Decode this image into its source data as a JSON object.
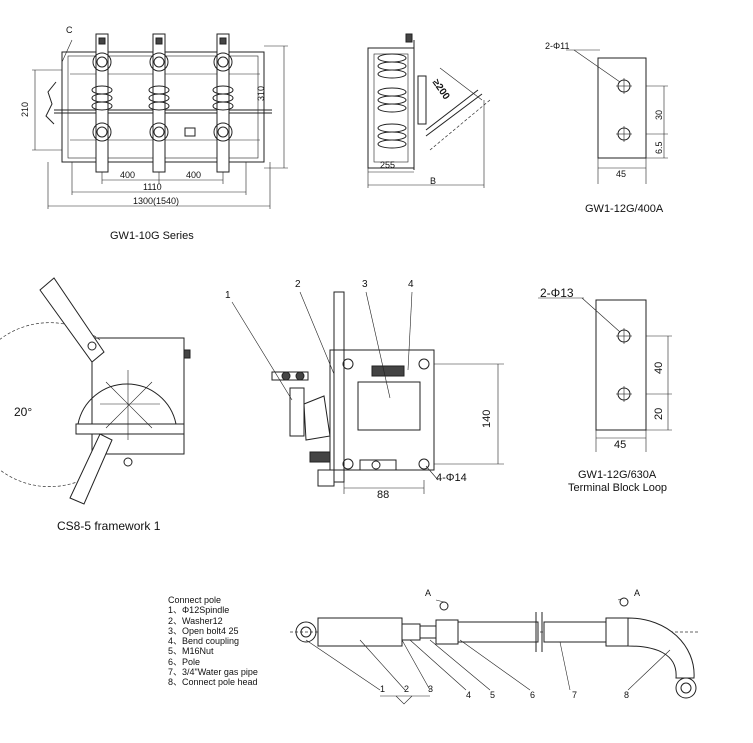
{
  "figures": {
    "gw1_10g": {
      "caption": "GW1-10G Series",
      "label_c": "C",
      "dim_210": "210",
      "dim_310": "310",
      "dim_400_left": "400",
      "dim_400_right": "400",
      "dim_1110": "1110",
      "dim_1300": "1300(1540)"
    },
    "side_view": {
      "dim_200": "≥200",
      "dim_255": "255",
      "label_b": "B"
    },
    "gw1_400a": {
      "caption": "GW1-12G/400A",
      "holes": "2-Φ11",
      "dim_30": "30",
      "dim_6_5": "6.5",
      "dim_45": "45"
    },
    "cs8_5": {
      "caption": "CS8-5 framework 1",
      "angle": "20°"
    },
    "mechanism": {
      "callouts": [
        "1",
        "2",
        "3",
        "4"
      ],
      "dim_140": "140",
      "dim_88": "88",
      "holes": "4-Φ14"
    },
    "gw1_630a": {
      "caption_line1": "GW1-12G/630A",
      "caption_line2": "Terminal Block Loop",
      "holes": "2-Φ13",
      "dim_40": "40",
      "dim_20": "20",
      "dim_45": "45"
    },
    "connect_pole": {
      "title": "Connect pole",
      "items": [
        "1、Φ12Spindle",
        "2、Washer12",
        "3、Open bolt4 25",
        "4、Bend coupling",
        "5、M16Nut",
        "6、Pole",
        "7、3/4\"Water gas pipe",
        "8、Connect pole head"
      ],
      "label_a_left": "A",
      "label_a_right": "A",
      "callouts": [
        "1",
        "2",
        "3",
        "4",
        "5",
        "6",
        "7",
        "8"
      ]
    }
  }
}
